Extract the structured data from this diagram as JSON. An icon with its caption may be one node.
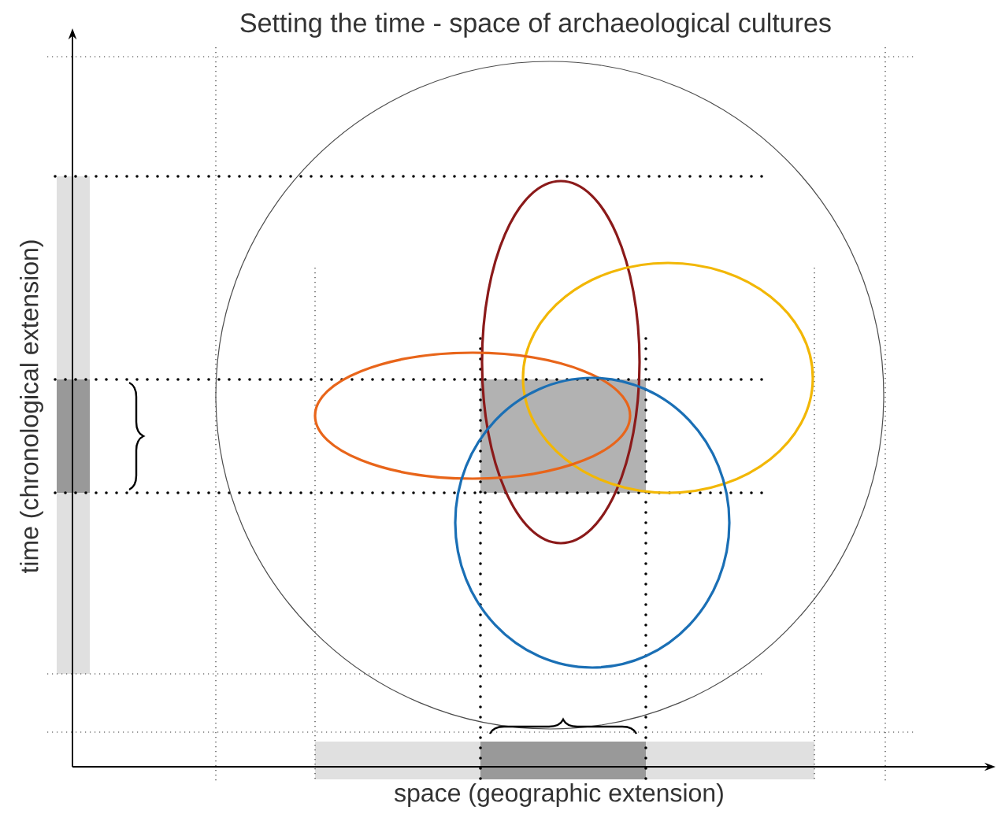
{
  "diagram": {
    "title": "Setting the time - space of archaeological cultures",
    "labels": [
      "time (chronological extension)",
      "space (geographic extension)"
    ]
  }
}
